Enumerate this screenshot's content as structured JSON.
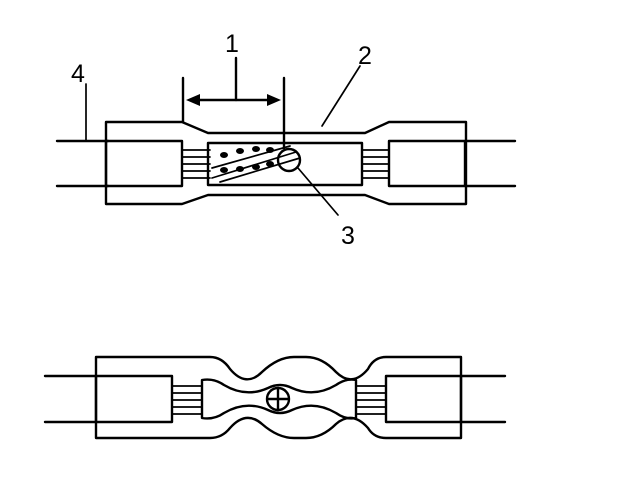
{
  "figure": {
    "callouts": {
      "dimension": "1",
      "sleeve": "2",
      "solder_ring": "3",
      "wire": "4"
    },
    "ink_color": "#000000",
    "background_color": "#ffffff"
  }
}
